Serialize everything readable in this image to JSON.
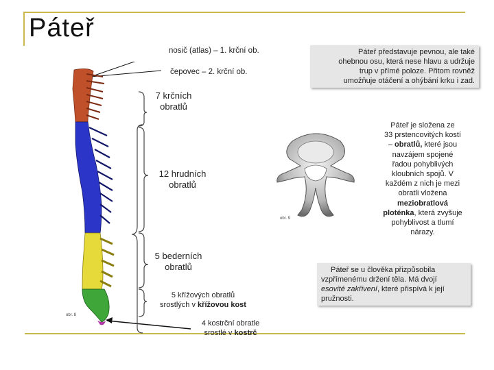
{
  "title": "Páteř",
  "labels": {
    "atlas": "nosič (atlas) – 1. krční ob.",
    "axis": "čepovec – 2. krční ob.",
    "cervical_l1": "7 krčních",
    "cervical_l2": "obratlů",
    "thoracic_l1": "12 hrudních",
    "thoracic_l2": "obratlů",
    "lumbar_l1": "5 bederních",
    "lumbar_l2": "obratlů",
    "sacral_l1": "5 křížových obratlů",
    "sacral_l2_pre": "srostlých v ",
    "sacral_l2_bold": "křížovou kost",
    "coccyx_l1": "4 kostrční obratle",
    "coccyx_l2_pre": "srostlé v ",
    "coccyx_l2_bold": "kostrč",
    "fig_a": "obr. 8",
    "fig_b": "obr. 9"
  },
  "box_top": {
    "l1": "Páteř představuje pevnou, ale také",
    "l2": "ohebnou osu, která nese hlavu a udržuje",
    "l3": "trup v přímé poloze. Přitom rovněž",
    "l4": "umožňuje otáčení a ohýbání krku i zad."
  },
  "note_right": {
    "l1": "Páteř je složena ze",
    "l2": "33 prstencovitých kostí",
    "l3_pre": "– ",
    "l3_bold": "obratlů,",
    "l3_post": " které jsou",
    "l4": "navzájem spojené",
    "l5": "řadou pohyblivých",
    "l6": "kloubních spojů. V",
    "l7": "každém z nich je mezi",
    "l8": "obratli vložena",
    "l9_bold": "meziobratlová",
    "l10_bold": "ploténka",
    "l10_post": ", která zvyšuje",
    "l11": "pohyblivost a tlumí",
    "l12": "nárazy."
  },
  "box_bottom": {
    "l1": "Páteř se u člověka přizpůsobila",
    "l2": "vzpřímenému držení těla. Má dvojí",
    "l3_italic": "esovité zakřivení",
    "l3_post": ", které přispívá k její",
    "l4": "pružnosti."
  },
  "colors": {
    "cervical": "#c0502a",
    "thoracic": "#2b36c8",
    "lumbar": "#e6d93a",
    "sacral": "#3fa63a",
    "coccyx": "#b23aa8",
    "accent": "#c9b84c"
  }
}
